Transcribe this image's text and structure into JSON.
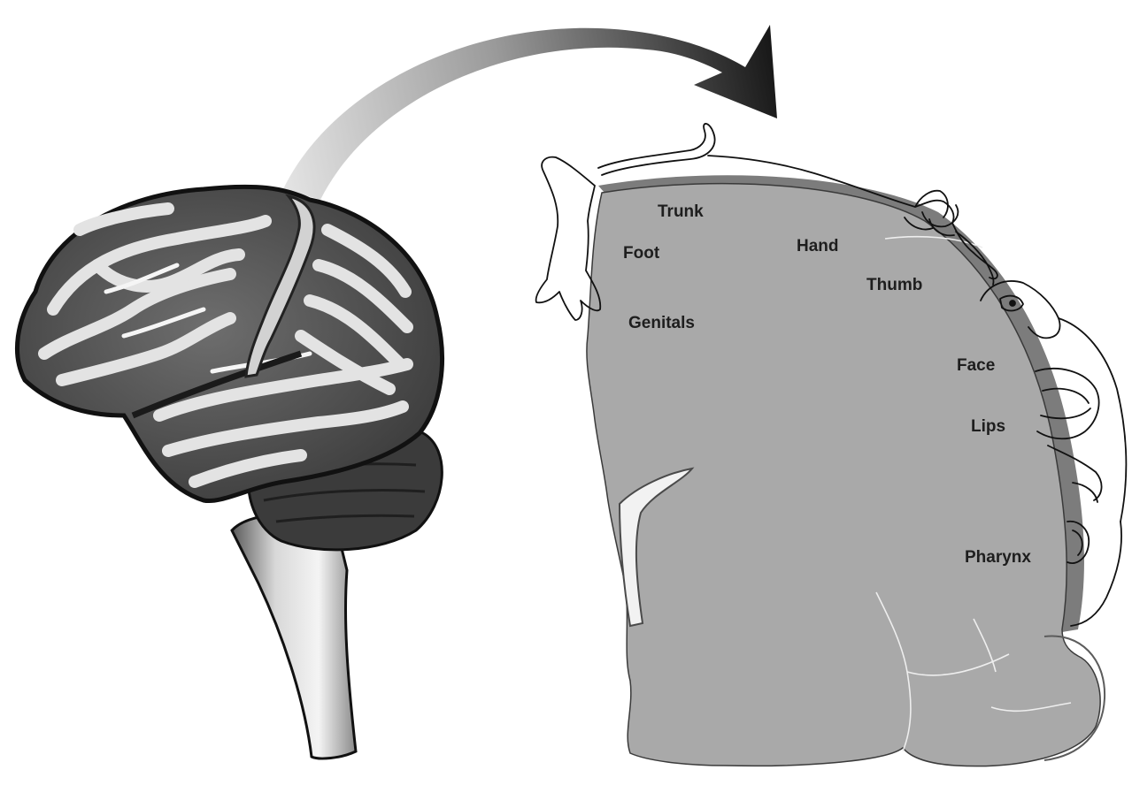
{
  "diagram": {
    "colors": {
      "background": "#ffffff",
      "cortex": "#a9a9a9",
      "cortex_rim": "#7c7c7c",
      "outline": "#111111",
      "gyrus_light": "#e4e4e4",
      "cerebellum": "#3e3e3e",
      "text": "#1e1e1e"
    },
    "labels": {
      "trunk": "Trunk",
      "foot": "Foot",
      "hand": "Hand",
      "thumb": "Thumb",
      "genitals": "Genitals",
      "face": "Face",
      "lips": "Lips",
      "pharynx": "Pharynx"
    },
    "icons": {
      "brain": "brain-lateral-view-icon",
      "arrow": "curved-arrow-icon",
      "homunculus": "sensory-homunculus-icon",
      "section": "coronal-section-icon"
    }
  }
}
